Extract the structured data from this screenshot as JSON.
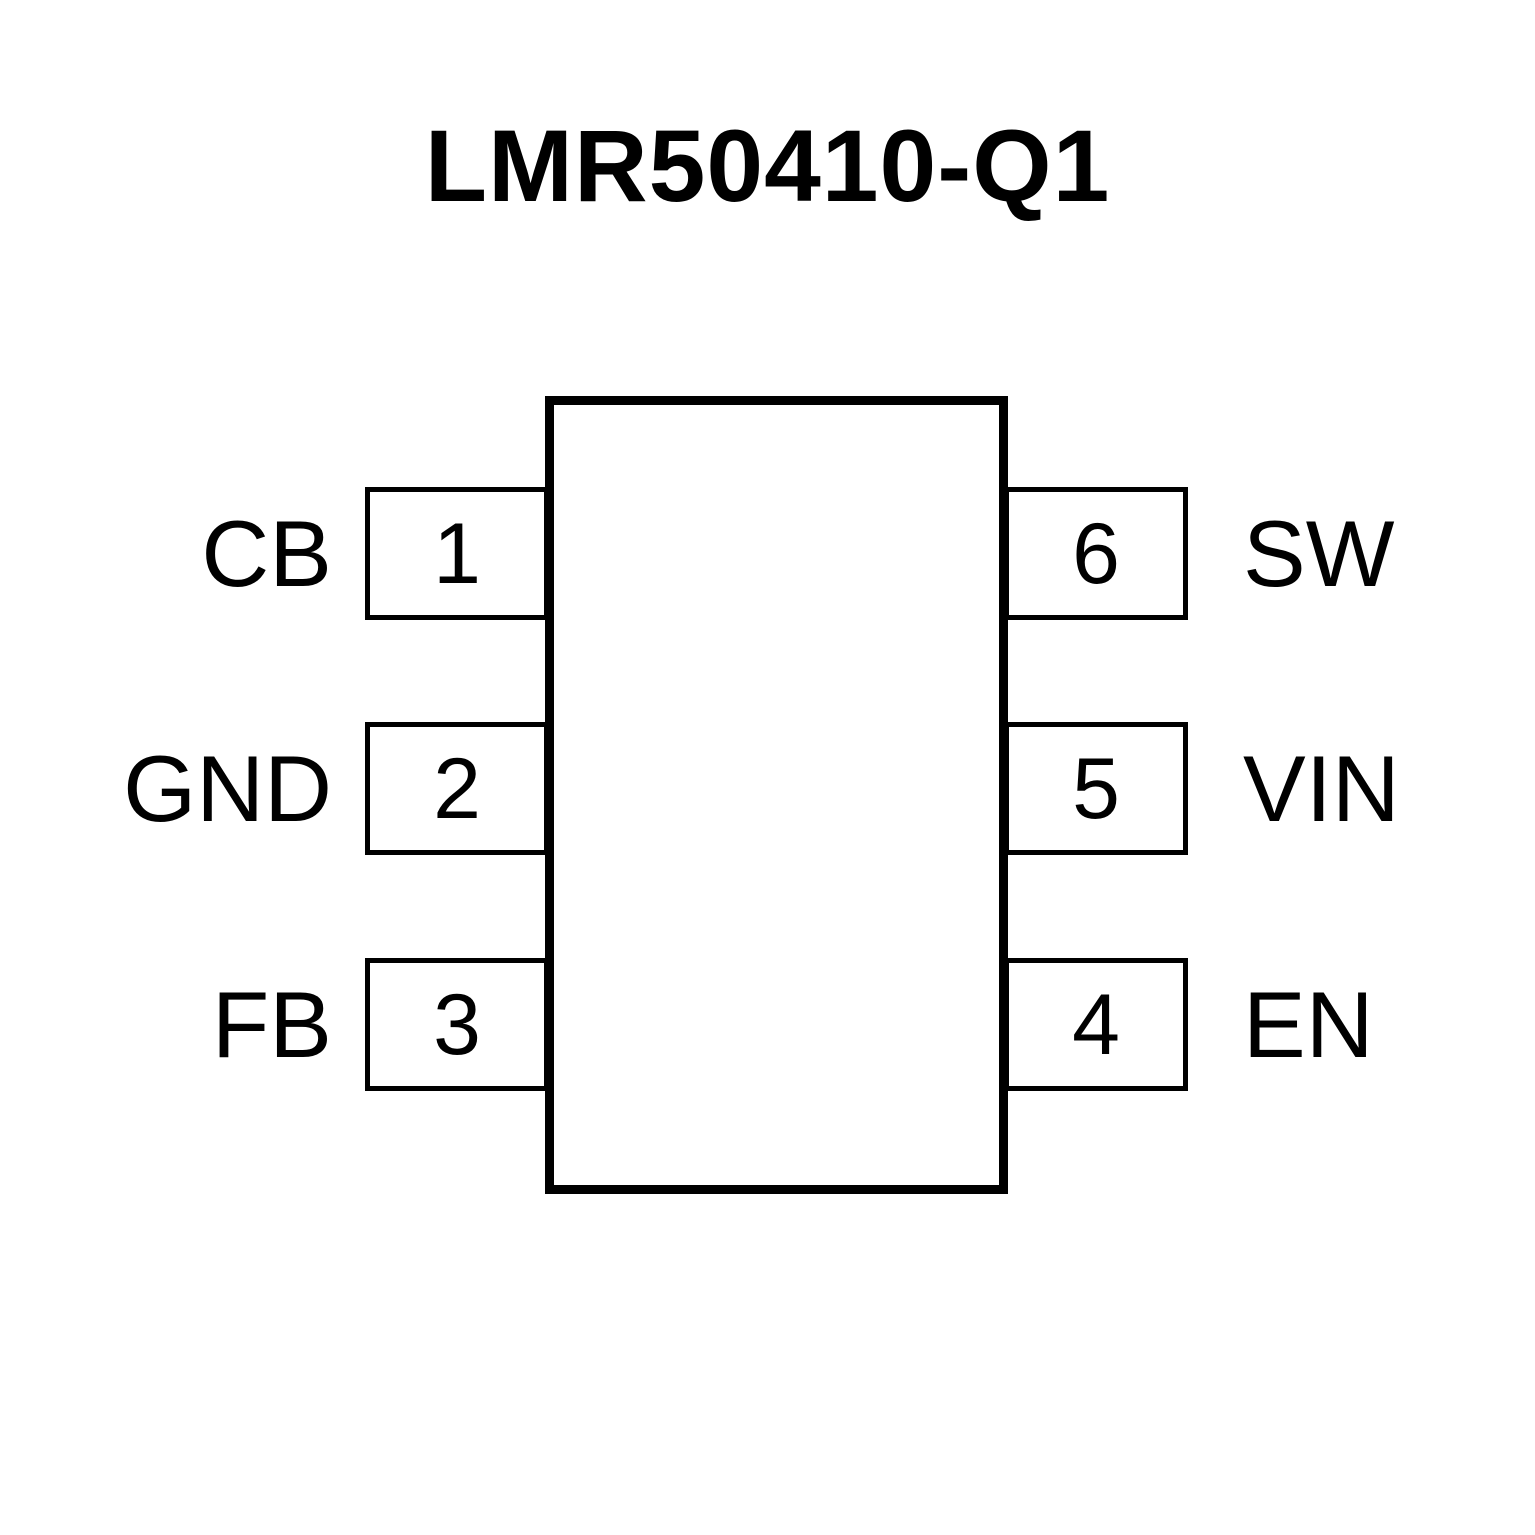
{
  "title": "LMR50410-Q1",
  "package": {
    "left_pins": [
      {
        "number": "1",
        "label": "CB"
      },
      {
        "number": "2",
        "label": "GND"
      },
      {
        "number": "3",
        "label": "FB"
      }
    ],
    "right_pins": [
      {
        "number": "6",
        "label": "SW"
      },
      {
        "number": "5",
        "label": "VIN"
      },
      {
        "number": "4",
        "label": "EN"
      }
    ]
  },
  "colors": {
    "line": "#000000",
    "background": "#ffffff"
  }
}
